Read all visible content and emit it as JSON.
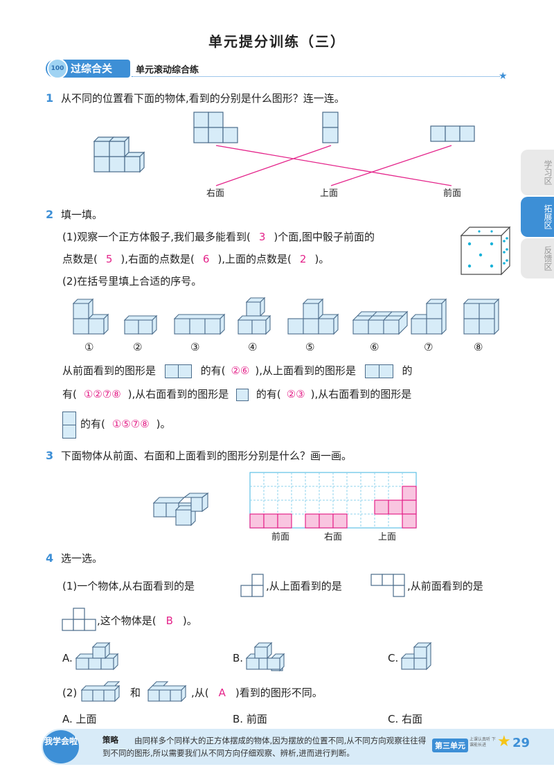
{
  "title": "单元提分训练（三）",
  "banner": {
    "badge": "过综合关",
    "subtitle": "单元滚动综合练"
  },
  "side_tabs": [
    "学习区",
    "拓展区",
    "反馈区"
  ],
  "q1": {
    "num": "1",
    "text": "从不同的位置看下面的物体,看到的分别是什么图形？连一连。",
    "labels": [
      "右面",
      "上面",
      "前面"
    ]
  },
  "q2": {
    "num": "2",
    "text": "填一填。",
    "p1_a": "(1)观察一个正方体骰子,我们最多能看到(",
    "ans1": "3",
    "p1_b": ")个面,图中骰子前面的",
    "p1_c": "点数是(",
    "ans2": "5",
    "p1_d": "),右面的点数是(",
    "ans3": "6",
    "p1_e": "),上面的点数是(",
    "ans4": "2",
    "p1_f": ")。",
    "p2": "(2)在括号里填上合适的序号。",
    "shape_labels": [
      "①",
      "②",
      "③",
      "④",
      "⑤",
      "⑥",
      "⑦",
      "⑧"
    ],
    "l1_a": "从前面看到的图形是",
    "l1_b": "的有(",
    "ans5": "②⑥",
    "l1_c": "),从上面看到的图形是",
    "l1_d": "的",
    "l2_a": "有(",
    "ans6": "①②⑦⑧",
    "l2_b": "),从右面看到的图形是",
    "l2_c": "的有(",
    "ans7": "②③",
    "l2_d": "),从右面看到的图形是",
    "l3_a": "的有(",
    "ans8": "①⑤⑦⑧",
    "l3_b": ")。"
  },
  "q3": {
    "num": "3",
    "text": "下面物体从前面、右面和上面看到的图形分别是什么？画一画。",
    "labels": [
      "前面",
      "右面",
      "上面"
    ]
  },
  "q4": {
    "num": "4",
    "text": "选一选。",
    "p1_a": "(1)一个物体,从右面看到的是",
    "p1_b": ",从上面看到的是",
    "p1_c": ",从前面看到的是",
    "p1_d": ",这个物体是(",
    "ans1": "B",
    "p1_e": ")。",
    "opts1": [
      "A.",
      "B.",
      "C."
    ],
    "p2_a": "(2)",
    "p2_b": "和",
    "p2_c": ",从(",
    "ans2": "A",
    "p2_d": ")看到的图形不同。",
    "opts2": [
      "A. 上面",
      "B. 前面",
      "C. 右面"
    ]
  },
  "footer": {
    "badge": "我学会啦",
    "label": "策略",
    "text": "由同样多个同样大的正方体摆成的物体,因为摆放的位置不同,从不同方向观察往往得到不同的图形,所以需要我们从不同方向仔细观察、辨析,进而进行判断。",
    "unit": "第三单元",
    "small": "上课认真听 下课能长进",
    "page": "29"
  }
}
